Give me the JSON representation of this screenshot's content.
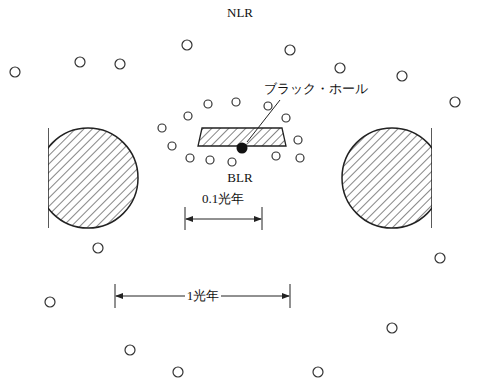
{
  "diagram": {
    "labels": [
      "NLR",
      "ブラック・ホール",
      "BLR",
      "0.1光年",
      "1光年"
    ]
  }
}
